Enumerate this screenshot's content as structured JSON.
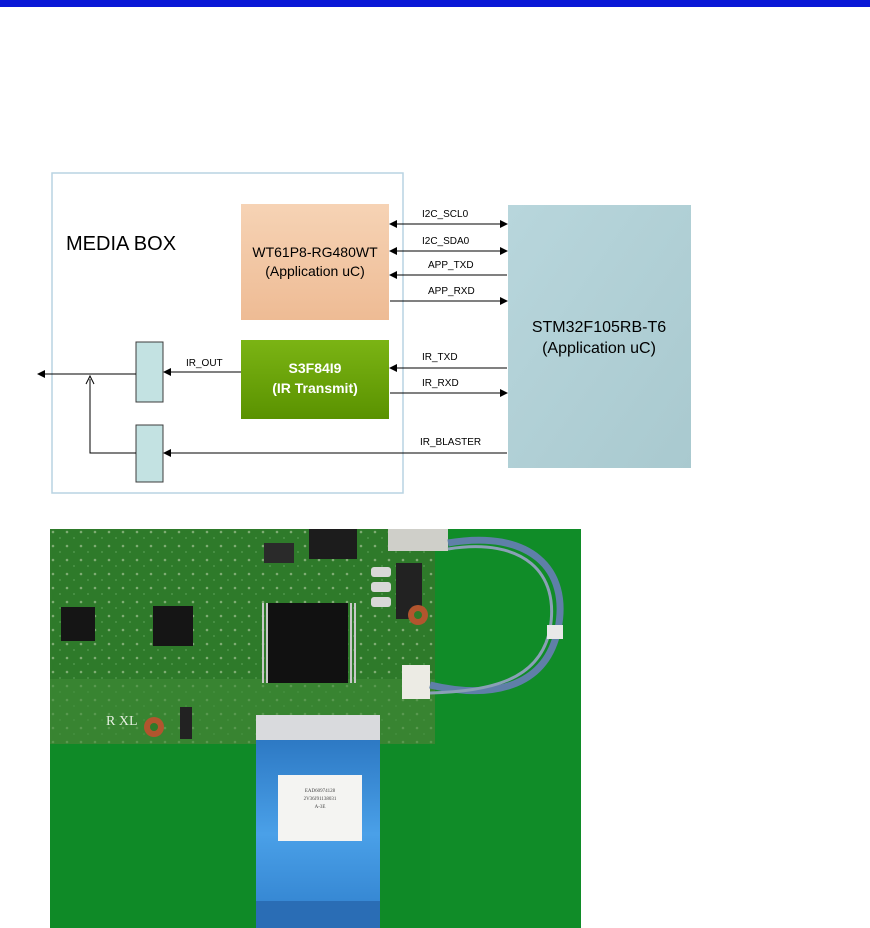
{
  "diagram": {
    "media_box": "MEDIA BOX",
    "wt": {
      "line1": "WT61P8-RG480WT",
      "line2": "(Application uC)"
    },
    "s3": {
      "line1": "S3F84I9",
      "line2": "(IR Transmit)"
    },
    "stm": {
      "line1": "STM32F105RB-T6",
      "line2": "(Application  uC)"
    },
    "signals": {
      "i2c_scl": "I2C_SCL0",
      "i2c_sda": "I2C_SDA0",
      "app_txd": "APP_TXD",
      "app_rxd": "APP_RXD",
      "ir_txd": "IR_TXD",
      "ir_rxd": "IR_RXD",
      "ir_out": "IR_OUT",
      "ir_blaster": "IR_BLASTER"
    }
  },
  "photo": {
    "board_marking": "R XL",
    "cable_label_1": "EAD60974128",
    "cable_label_2": "2V36J91138031",
    "cable_label_3": "A-3E"
  },
  "colors": {
    "top_bar": "#0a18d6",
    "wt_block": "#f2c9a6",
    "s3_block": "#6aa000",
    "stm_block": "#b4d2d8",
    "buffer_block": "#c3e2e2",
    "pcb": "#2e7a2a",
    "background_green": "#0f8a27",
    "ribbon": "#3b8fd8"
  }
}
